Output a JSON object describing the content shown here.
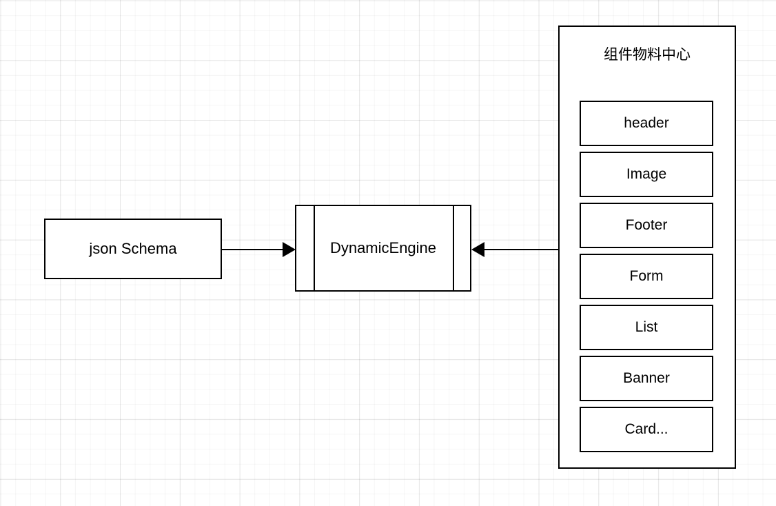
{
  "diagram": {
    "nodes": {
      "json_schema": {
        "label": "json Schema"
      },
      "dynamic_engine": {
        "label": "DynamicEngine"
      }
    },
    "panel": {
      "title": "组件物料中心",
      "items": [
        {
          "label": "header"
        },
        {
          "label": "Image"
        },
        {
          "label": "Footer"
        },
        {
          "label": "Form"
        },
        {
          "label": "List"
        },
        {
          "label": "Banner"
        },
        {
          "label": "Card..."
        }
      ]
    },
    "edges": [
      {
        "name": "schema-to-engine",
        "from": "json Schema",
        "to": "DynamicEngine",
        "direction": "right"
      },
      {
        "name": "panel-to-engine",
        "from": "组件物料中心",
        "to": "DynamicEngine",
        "direction": "left"
      }
    ],
    "colors": {
      "stroke": "#000000",
      "fill": "#ffffff",
      "grid_minor": "#f0f0f0",
      "grid_major": "#e4e4e4"
    }
  }
}
